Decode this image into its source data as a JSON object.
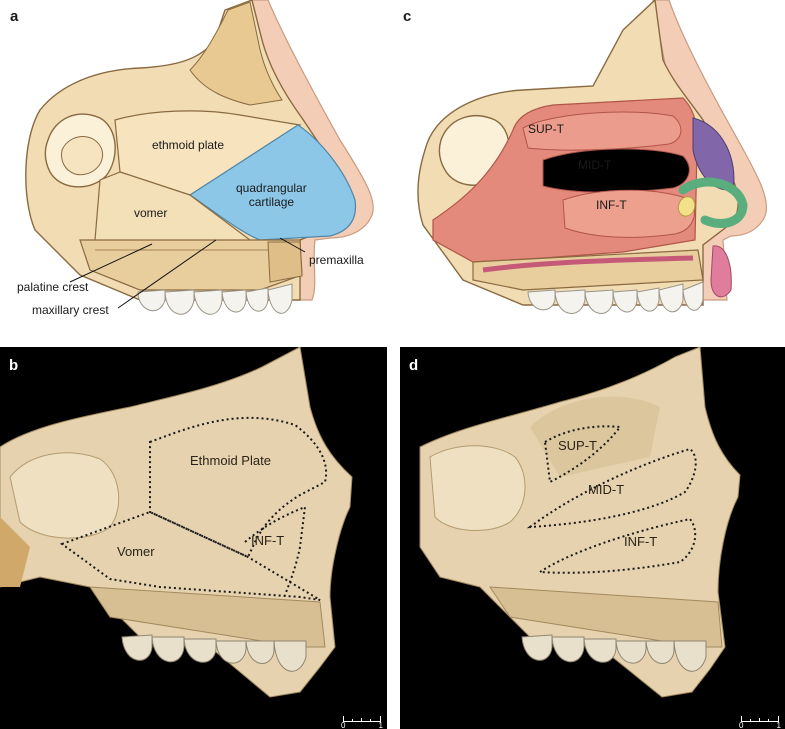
{
  "panels": {
    "a": {
      "letter": "a",
      "labels": {
        "ethmoid_plate": "ethmoid plate",
        "quadrangular_cartilage": "quadrangular\ncartilage",
        "vomer": "vomer",
        "premaxilla": "premaxilla",
        "palatine_crest": "palatine crest",
        "maxillary_crest": "maxillary crest"
      }
    },
    "c": {
      "letter": "c",
      "labels": {
        "sup_t": "SUP-T",
        "mid_t": "MID-T",
        "inf_t": "INF-T"
      }
    },
    "b": {
      "letter": "b",
      "labels": {
        "ethmoid_plate": "Ethmoid Plate",
        "vomer": "Vomer",
        "inf_t": "INF-T"
      },
      "scale": {
        "start": "0",
        "end": "1"
      }
    },
    "d": {
      "letter": "d",
      "labels": {
        "sup_t": "SUP-T",
        "mid_t": "MID-T",
        "inf_t": "INF-T"
      },
      "scale": {
        "start": "0",
        "end": "1"
      }
    }
  },
  "colors": {
    "bone": "#f1dcb4",
    "bone_dark": "#d9bd8c",
    "cartilage": "#8cc7e8",
    "mucosa": "#e48a7c",
    "skin": "#f4cdb6",
    "photo_bone": "#e6d2ae",
    "background_photo": "#000000"
  }
}
